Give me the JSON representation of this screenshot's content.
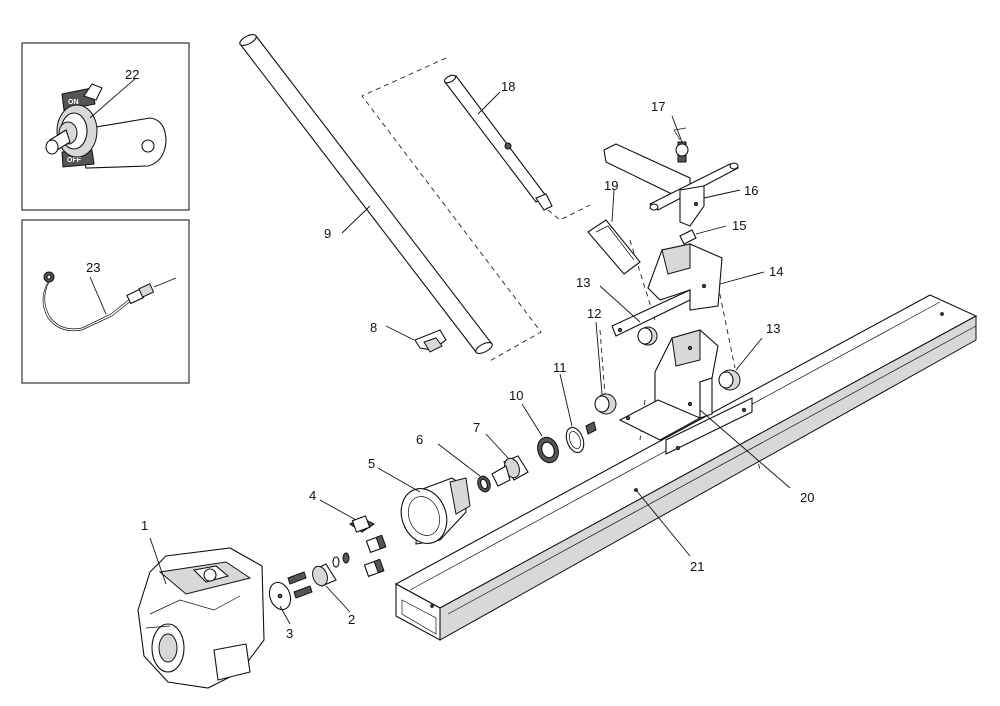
{
  "inset_switch": {
    "label_on": "ON",
    "label_off": "OFF"
  },
  "callouts": [
    {
      "id": "1",
      "text": "1"
    },
    {
      "id": "2",
      "text": "2"
    },
    {
      "id": "3",
      "text": "3"
    },
    {
      "id": "4",
      "text": "4"
    },
    {
      "id": "5",
      "text": "5"
    },
    {
      "id": "6",
      "text": "6"
    },
    {
      "id": "7",
      "text": "7"
    },
    {
      "id": "8",
      "text": "8"
    },
    {
      "id": "9",
      "text": "9"
    },
    {
      "id": "10",
      "text": "10"
    },
    {
      "id": "11",
      "text": "11"
    },
    {
      "id": "12",
      "text": "12"
    },
    {
      "id": "13a",
      "text": "13"
    },
    {
      "id": "13b",
      "text": "13"
    },
    {
      "id": "14",
      "text": "14"
    },
    {
      "id": "15",
      "text": "15"
    },
    {
      "id": "16",
      "text": "16"
    },
    {
      "id": "17",
      "text": "17"
    },
    {
      "id": "18",
      "text": "18"
    },
    {
      "id": "19",
      "text": "19"
    },
    {
      "id": "20",
      "text": "20"
    },
    {
      "id": "21",
      "text": "21"
    },
    {
      "id": "22",
      "text": "22"
    },
    {
      "id": "23",
      "text": "23"
    }
  ]
}
